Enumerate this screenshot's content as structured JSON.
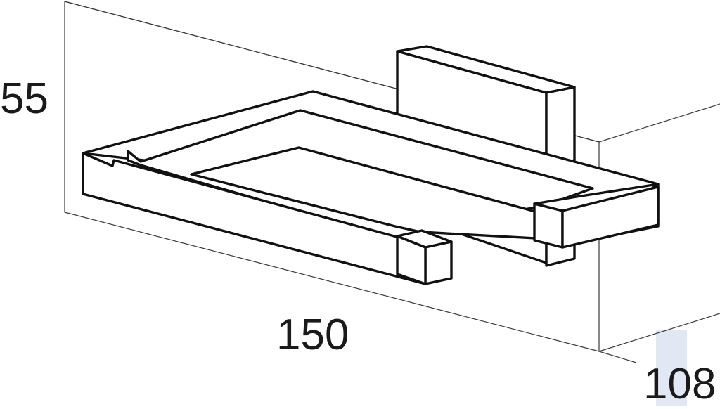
{
  "dimensions": {
    "height": "55",
    "width": "150",
    "depth": "108"
  }
}
